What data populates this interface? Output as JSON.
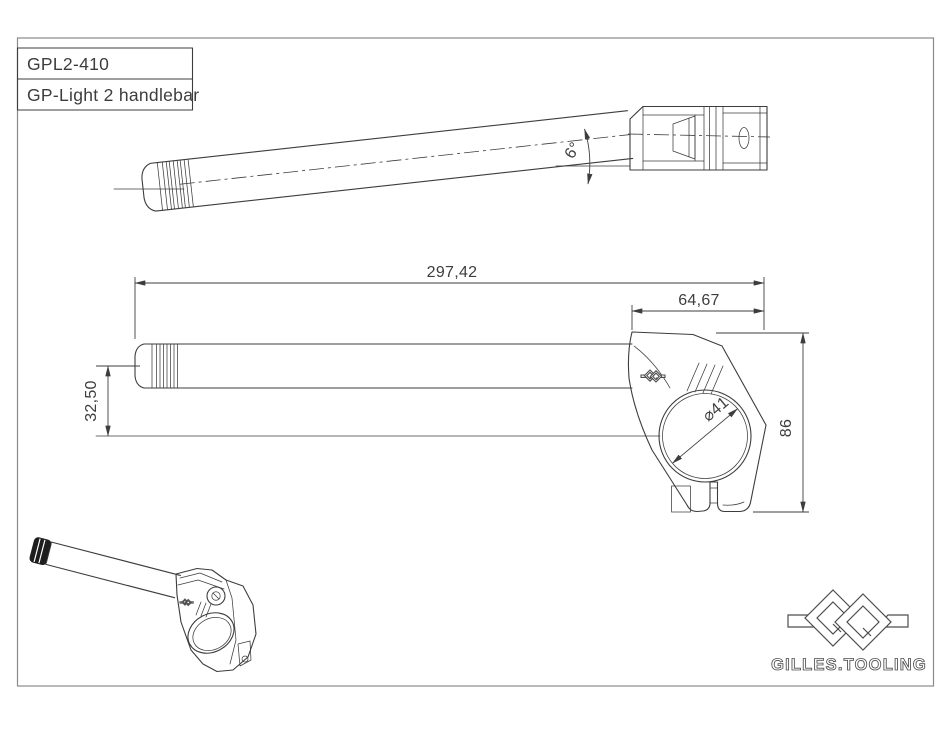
{
  "colors": {
    "bg": "#ffffff",
    "line": "#3d3d3d",
    "frame": "#8a8a8a",
    "text": "#3d3d3d"
  },
  "title_block": {
    "part_number": "GPL2-410",
    "part_name": "GP-Light 2 handlebar"
  },
  "dimensions": {
    "overall_length": "297,42",
    "clamp_width": "64,67",
    "drop_height": "32,50",
    "clamp_height": "86",
    "bore_diameter": "⌀41",
    "bar_angle": "6°"
  },
  "logo": {
    "brand": "GILLES.TOOLING"
  }
}
